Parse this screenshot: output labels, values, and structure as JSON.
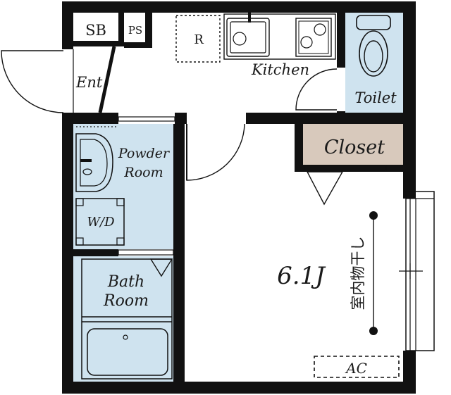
{
  "rooms": {
    "sb": "SB",
    "ps": "PS",
    "r": "R",
    "kitchen": "Kitchen",
    "entrance": "Ent.",
    "toilet": "Toilet",
    "powder_room_line1": "Powder",
    "powder_room_line2": "Room",
    "washer": "W/D",
    "bath_line1": "Bath",
    "bath_line2": "Room",
    "closet": "Closet",
    "main_room": "6.1J",
    "drying_rail": "室内物干し",
    "ac": "AC"
  },
  "colors": {
    "wet_area": "#cfe3ef",
    "closet": "#d8c9bc",
    "wall": "#111111",
    "background": "#ffffff"
  }
}
